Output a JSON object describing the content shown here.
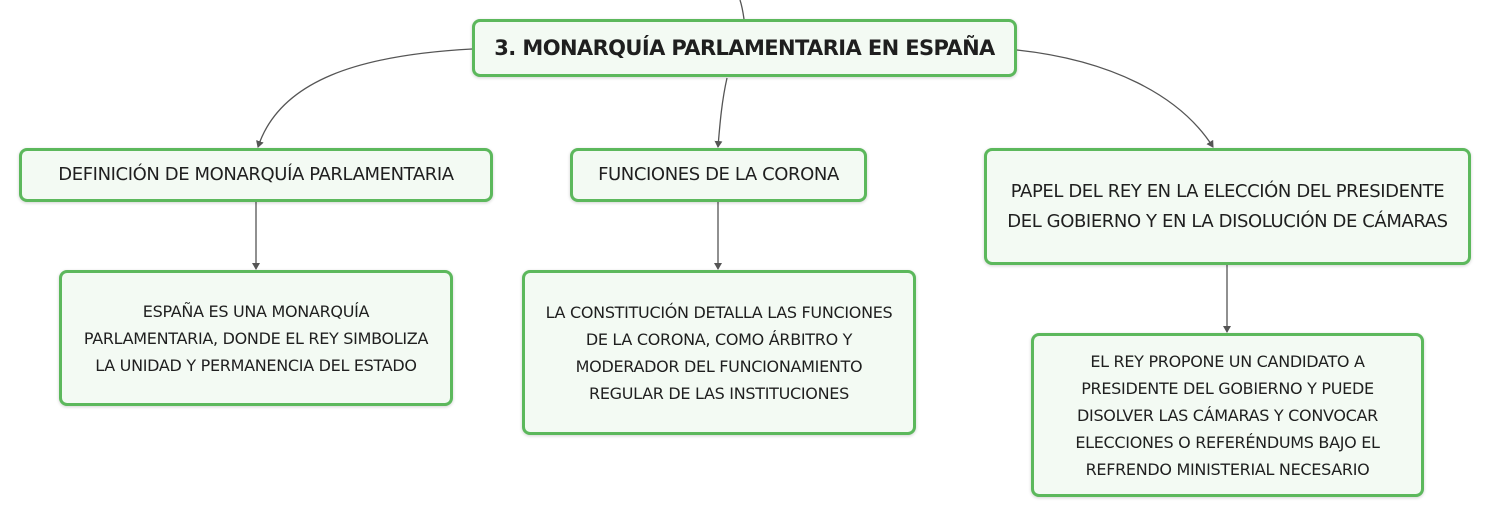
{
  "mindmap": {
    "root": {
      "label": "3. MONARQUÍA PARLAMENTARIA EN ESPAÑA"
    },
    "branches": [
      {
        "label": "DEFINICIÓN DE MONARQUÍA PARLAMENTARIA",
        "detail_lines": [
          "ESPAÑA ES UNA MONARQUÍA",
          "PARLAMENTARIA, DONDE EL REY SIMBOLIZA",
          "LA UNIDAD Y PERMANENCIA DEL ESTADO"
        ]
      },
      {
        "label": "FUNCIONES DE LA CORONA",
        "detail_lines": [
          "LA CONSTITUCIÓN DETALLA LAS FUNCIONES",
          "DE LA CORONA, COMO ÁRBITRO Y",
          "MODERADOR DEL FUNCIONAMIENTO",
          "REGULAR DE LAS INSTITUCIONES"
        ]
      },
      {
        "label_lines": [
          "PAPEL DEL REY EN LA ELECCIÓN DEL PRESIDENTE",
          "DEL GOBIERNO Y EN LA DISOLUCIÓN DE CÁMARAS"
        ],
        "detail_lines": [
          "EL REY PROPONE UN CANDIDATO A",
          "PRESIDENTE DEL GOBIERNO Y PUEDE",
          "DISOLVER LAS CÁMARAS Y CONVOCAR",
          "ELECCIONES O REFERÉNDUMS BAJO EL",
          "REFRENDO MINISTERIAL NECESARIO"
        ]
      }
    ]
  },
  "colors": {
    "node_border": "#5cb85c",
    "node_fill": "#f3faf3",
    "connector": "#555555",
    "text": "#1f1f1f"
  }
}
